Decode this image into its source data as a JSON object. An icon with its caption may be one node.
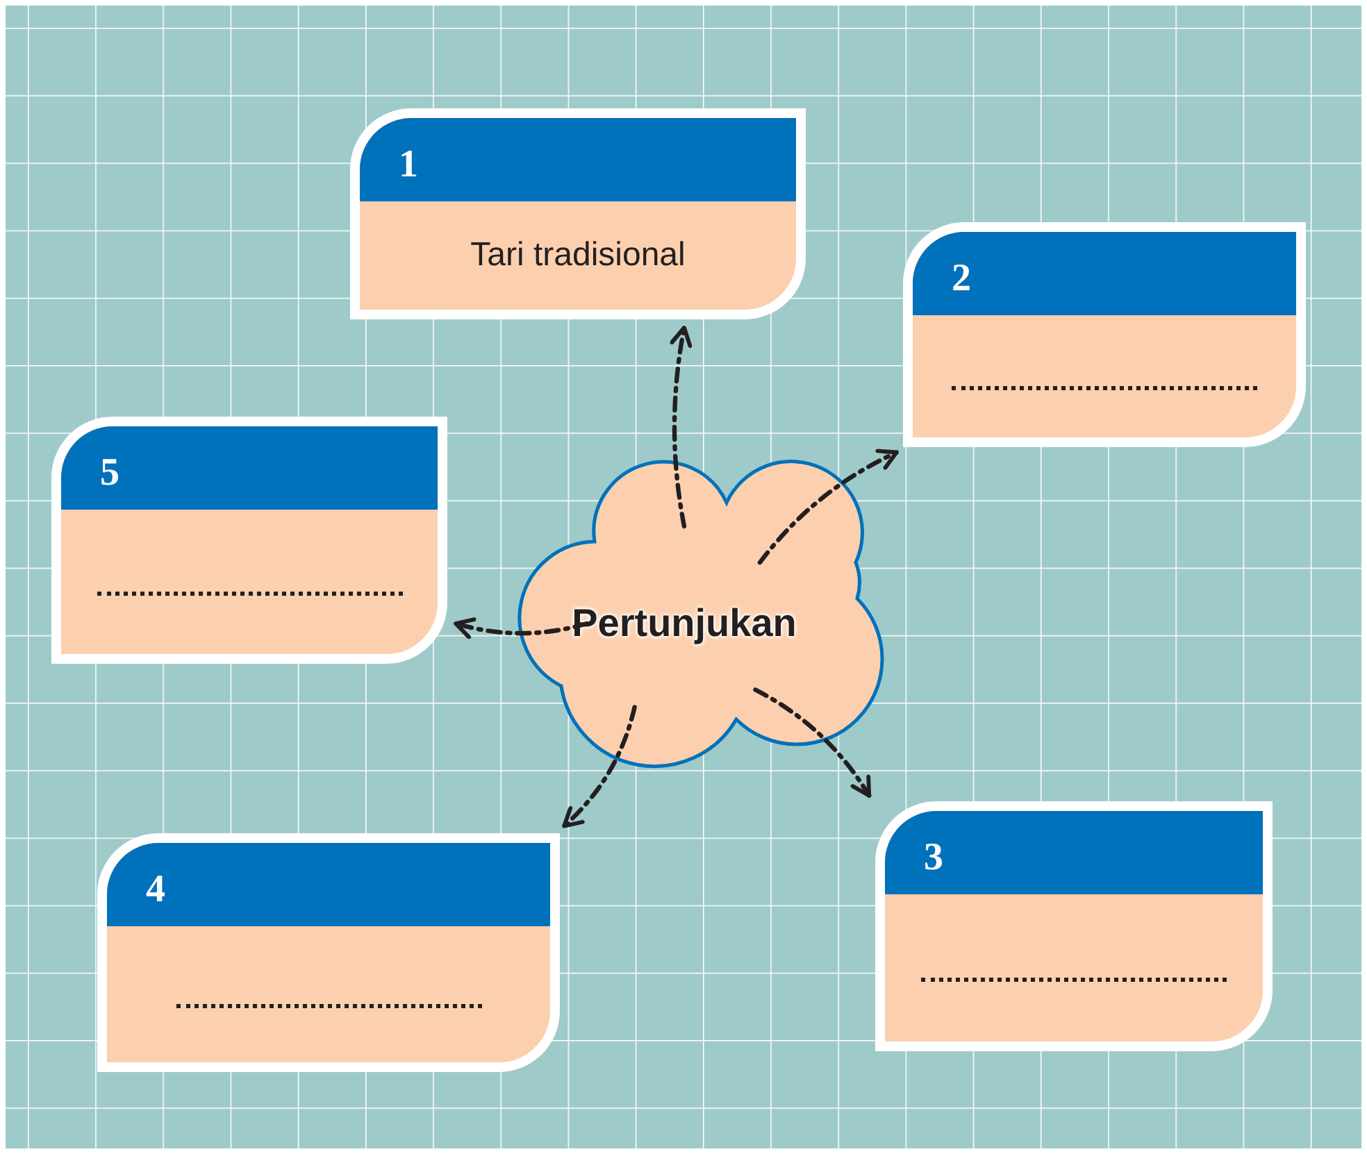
{
  "diagram": {
    "nodes": [
      {
        "text": [
          "Pertunjukan"
        ]
      },
      {
        "text": [
          "1",
          "Tari tradisional"
        ]
      },
      {
        "text": [
          "2"
        ]
      },
      {
        "text": [
          "3"
        ]
      },
      {
        "text": [
          "4"
        ]
      },
      {
        "text": [
          "5"
        ]
      }
    ],
    "edges": [
      {
        "from": 0,
        "to": 1,
        "arrow": "to",
        "style": "dashed"
      },
      {
        "from": 0,
        "to": 2,
        "arrow": "to",
        "style": "dashed"
      },
      {
        "from": 0,
        "to": 3,
        "arrow": "to",
        "style": "dashed"
      },
      {
        "from": 0,
        "to": 4,
        "arrow": "to",
        "style": "dashed"
      },
      {
        "from": 0,
        "to": 5,
        "arrow": "to",
        "style": "dashed"
      }
    ]
  }
}
